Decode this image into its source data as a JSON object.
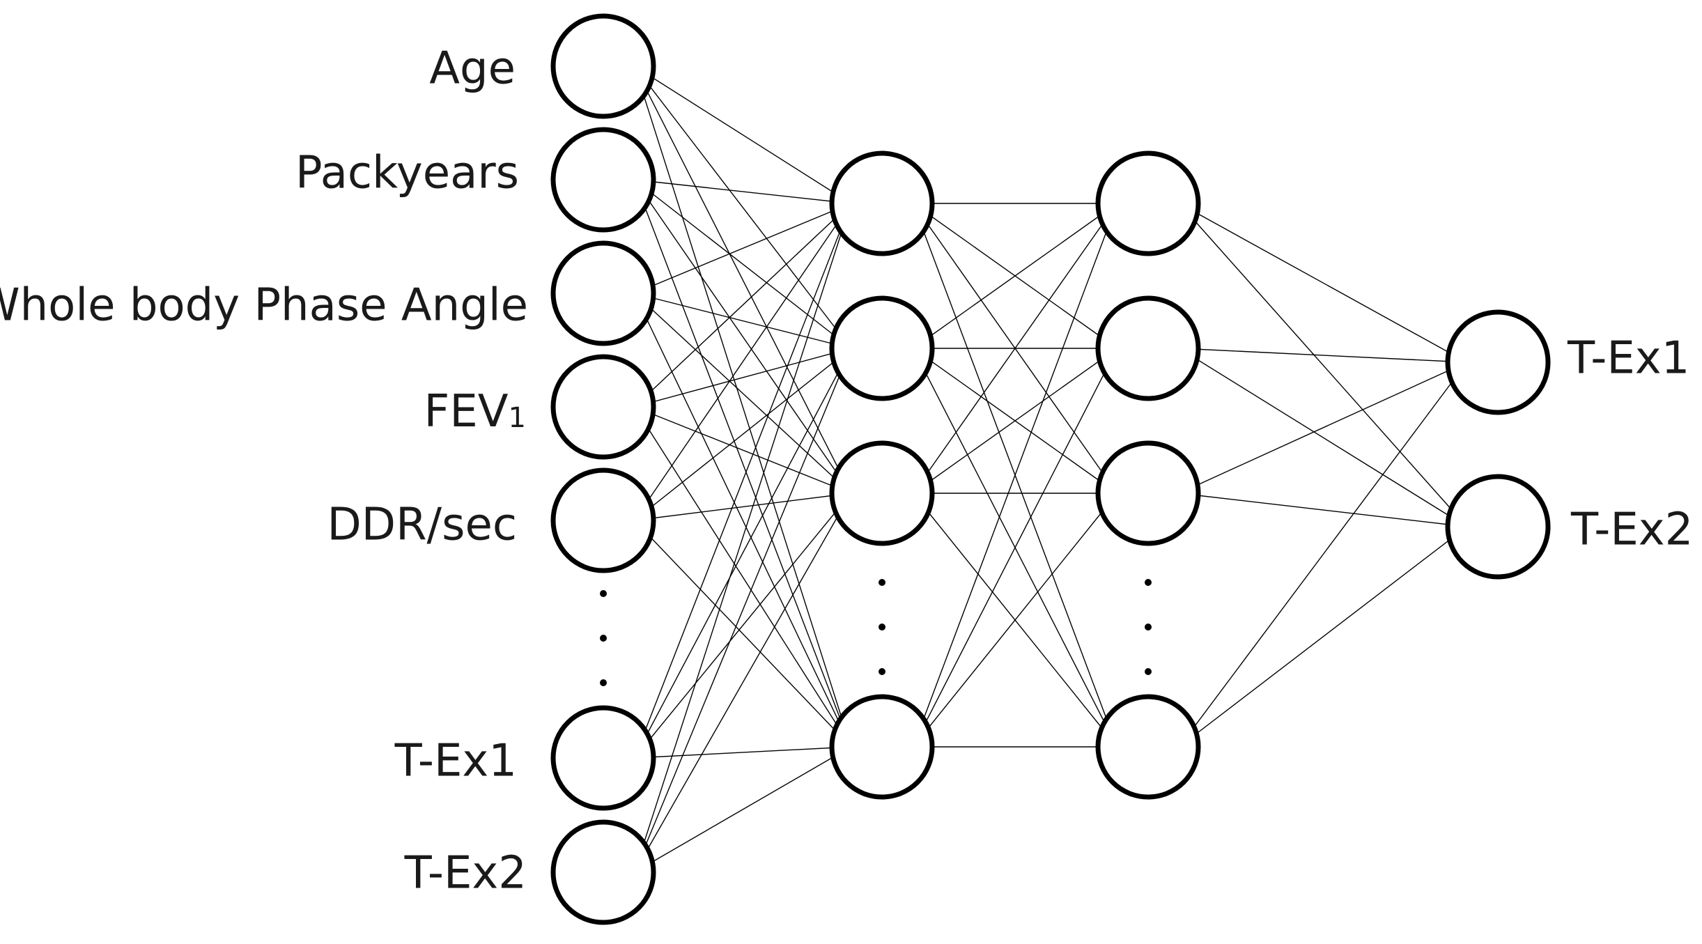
{
  "diagram": {
    "layers": [
      {
        "id": "input",
        "nodes": [
          {
            "label": "Age"
          },
          {
            "label": "Packyears"
          },
          {
            "label": "Whole body Phase Angle"
          },
          {
            "label": "FEV",
            "subscript": "1"
          },
          {
            "label": "DDR/sec"
          },
          {
            "label": "T-Ex1"
          },
          {
            "label": "T-Ex2"
          }
        ],
        "ellipsis": true
      },
      {
        "id": "hidden-1",
        "nodes": [
          {
            "label": ""
          },
          {
            "label": ""
          },
          {
            "label": ""
          },
          {
            "label": ""
          }
        ],
        "ellipsis": true
      },
      {
        "id": "hidden-2",
        "nodes": [
          {
            "label": ""
          },
          {
            "label": ""
          },
          {
            "label": ""
          },
          {
            "label": ""
          }
        ],
        "ellipsis": true
      },
      {
        "id": "output",
        "nodes": [
          {
            "label": "T-Ex1"
          },
          {
            "label": "T-Ex2"
          }
        ],
        "ellipsis": false
      }
    ],
    "connections": "fully-connected between consecutive layers"
  }
}
